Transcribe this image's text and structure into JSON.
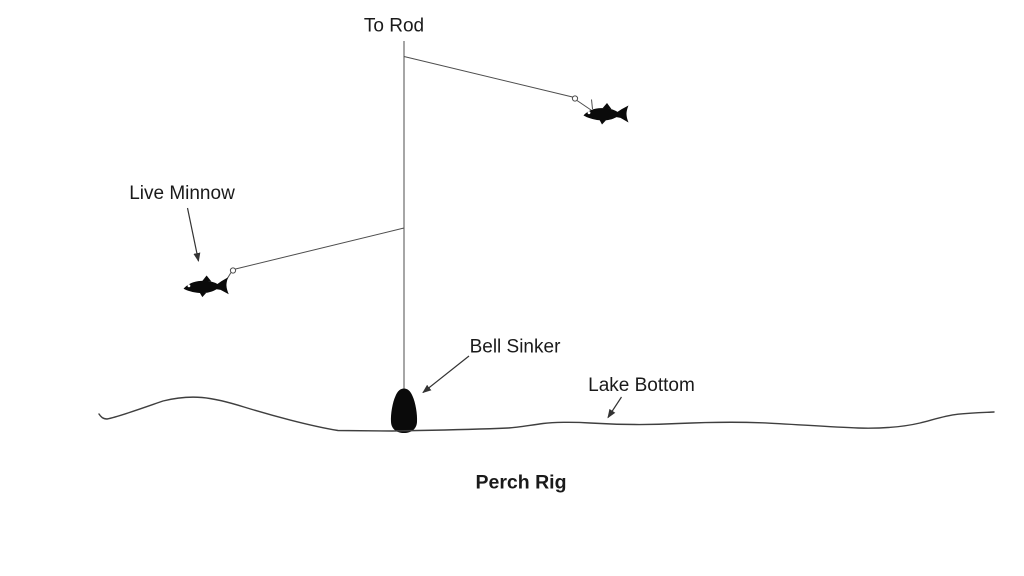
{
  "diagram_title": "Perch Rig",
  "labels": {
    "to_rod": "To Rod",
    "live_minnow": "Live Minnow",
    "bell_sinker": "Bell Sinker",
    "lake_bottom": "Lake Bottom"
  },
  "caption": "Perch Rig",
  "colors": {
    "background": "#ffffff",
    "rig_line": "#4d4d4d",
    "lake_bottom_line": "#3f3f3f",
    "arrow": "#333333",
    "silhouette_fill": "#0a0a0a",
    "text": "#1a1a1a"
  },
  "icons": {
    "upper_minnow": "fish-silhouette",
    "lower_minnow": "fish-silhouette",
    "sinker": "bell-sinker-shape",
    "swivel": "small-ring"
  }
}
